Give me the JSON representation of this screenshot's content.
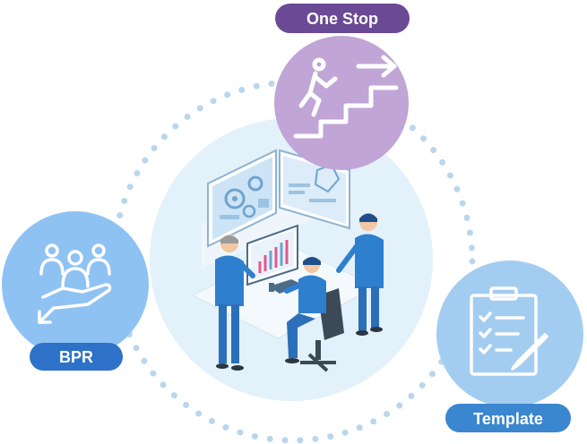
{
  "nodes": {
    "one_stop": {
      "label": "One Stop",
      "pill_color": "#6a4a94",
      "circle_color": "#c0a5d6"
    },
    "bpr": {
      "label": "BPR",
      "pill_color": "#2d72c8",
      "circle_color": "#8ec2f2"
    },
    "template": {
      "label": "Template",
      "pill_color": "#3a86cf",
      "circle_color": "#a3cdf0"
    }
  },
  "colors": {
    "dots": "#b9d6ec",
    "center_circle": "#e3f1fb",
    "worker_blue": "#2f7fcf",
    "monitor_bg": "#cde4f6"
  },
  "icons": {
    "one_stop": "stairs-climb-icon",
    "bpr": "team-handshake-icon",
    "template": "checklist-edit-icon"
  }
}
